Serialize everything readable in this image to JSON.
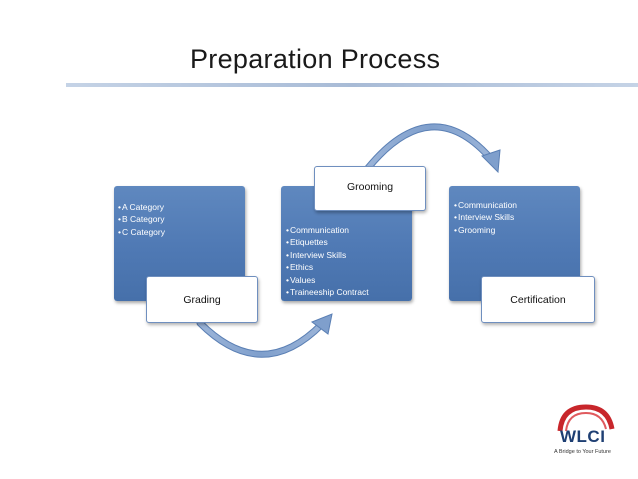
{
  "slide": {
    "title": "Preparation Process"
  },
  "stages": [
    {
      "label": "Grading",
      "items": [
        "A Category",
        "B Category",
        "C Category"
      ]
    },
    {
      "label": "Grooming",
      "items": [
        "Communication",
        "Etiquettes",
        "Interview Skills",
        "Ethics",
        "Values",
        "Traineeship Contract"
      ]
    },
    {
      "label": "Certification",
      "items": [
        "Communication",
        "Interview Skills",
        "Grooming"
      ]
    }
  ],
  "logo": {
    "name": "WLCI",
    "tagline": "A Bridge to Your Future"
  },
  "colors": {
    "block": "#4f79b4",
    "arrow": "#7f9fcc",
    "logo_red": "#c8262b",
    "logo_blue": "#1e3f73"
  }
}
